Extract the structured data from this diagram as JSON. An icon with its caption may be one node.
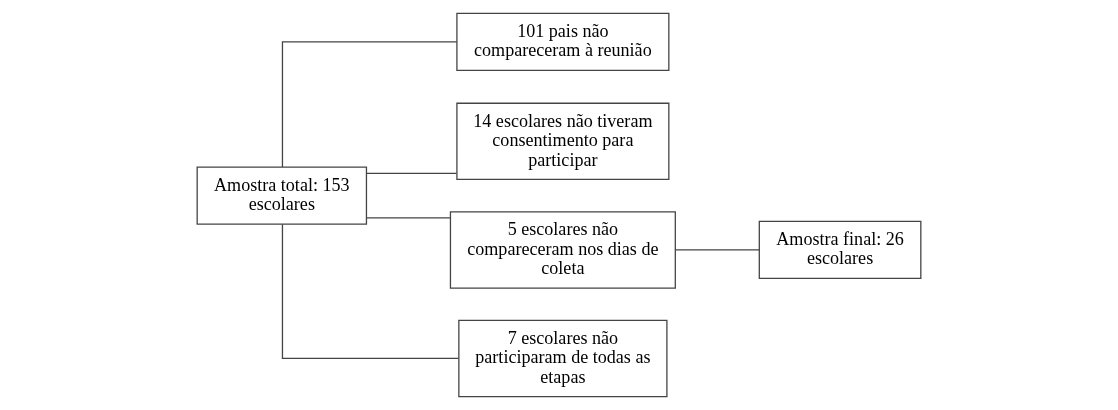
{
  "diagram": {
    "nodes": [
      {
        "text": [
          "Amostra total: 153 escolares"
        ]
      },
      {
        "text": [
          "101 pais não compareceram à reunião"
        ]
      },
      {
        "text": [
          "14 escolares não tiveram consentimento para participar"
        ]
      },
      {
        "text": [
          "5 escolares não compareceram nos dias de coleta"
        ]
      },
      {
        "text": [
          "7 escolares não participaram de todas as etapas"
        ]
      },
      {
        "text": [
          "Amostra final: 26 escolares"
        ]
      }
    ],
    "edges": [
      {
        "from": 0,
        "to": 1,
        "arrow": "none"
      },
      {
        "from": 0,
        "to": 2,
        "arrow": "none"
      },
      {
        "from": 0,
        "to": 3,
        "arrow": "none"
      },
      {
        "from": 0,
        "to": 4,
        "arrow": "none"
      },
      {
        "from": 3,
        "to": 5,
        "arrow": "none"
      }
    ]
  }
}
